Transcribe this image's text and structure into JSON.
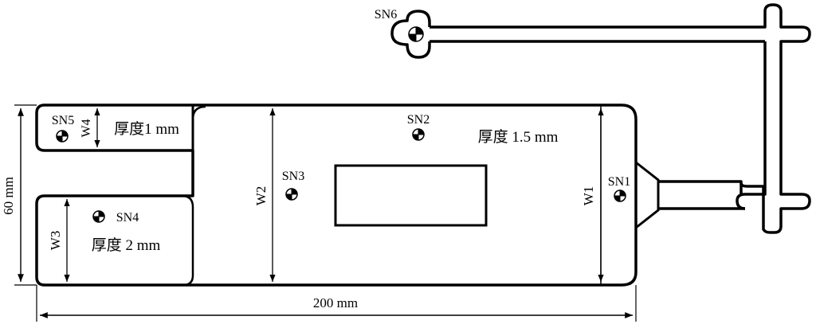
{
  "sensors": [
    {
      "id": "SN1"
    },
    {
      "id": "SN2"
    },
    {
      "id": "SN3"
    },
    {
      "id": "SN4"
    },
    {
      "id": "SN5"
    },
    {
      "id": "SN6"
    }
  ],
  "dimensions": {
    "length": "200 mm",
    "height": "60 mm",
    "w1": "W1",
    "w2": "W2",
    "w3": "W3",
    "w4": "W4"
  },
  "thickness_labels": {
    "main": "厚度 1.5 mm",
    "top_tab": "厚度1 mm",
    "bottom_tab": "厚度 2 mm"
  }
}
